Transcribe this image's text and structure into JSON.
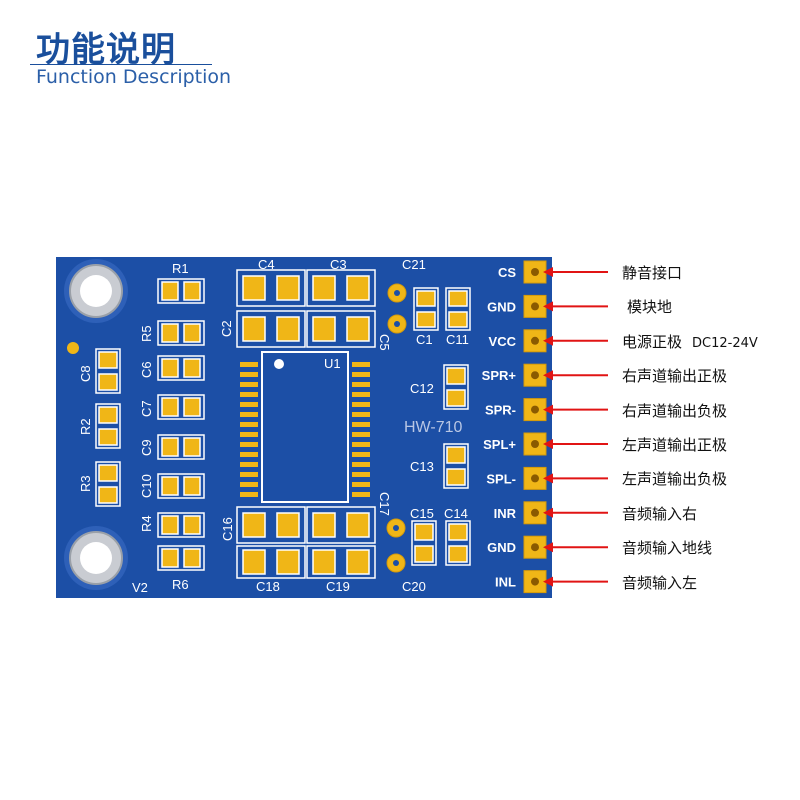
{
  "header": {
    "title": "功能说明",
    "subtitle": "Function Description"
  },
  "board": {
    "model": "HW-710",
    "chip": "U1",
    "colors": {
      "pcb": "#1c4fa6",
      "pad": "#f0b617",
      "silk": "#ffffff",
      "arrow": "#e11414"
    },
    "pins": [
      {
        "pin": "CS",
        "desc": "静音接口"
      },
      {
        "pin": "GND",
        "desc": "模块地"
      },
      {
        "pin": "VCC",
        "desc": "电源正极",
        "extra": "DC12-24V"
      },
      {
        "pin": "SPR+",
        "desc": "右声道输出正极"
      },
      {
        "pin": "SPR-",
        "desc": "右声道输出负极"
      },
      {
        "pin": "SPL+",
        "desc": "左声道输出正极"
      },
      {
        "pin": "SPL-",
        "desc": "左声道输出负极"
      },
      {
        "pin": "INR",
        "desc": "音频输入右"
      },
      {
        "pin": "GND",
        "desc": "音频输入地线"
      },
      {
        "pin": "INL",
        "desc": "音频输入左"
      }
    ],
    "silk_labels": {
      "r1": "R1",
      "r5": "R5",
      "c8": "C8",
      "c6": "C6",
      "r2": "R2",
      "c7": "C7",
      "c9": "C9",
      "r3": "R3",
      "c10": "C10",
      "r4": "R4",
      "r6": "R6",
      "v2": "V2",
      "c4": "C4",
      "c3": "C3",
      "c21": "C21",
      "c2": "C2",
      "c5": "C5",
      "c1": "C1",
      "c11": "C11",
      "c12": "C12",
      "c13": "C13",
      "c16": "C16",
      "c17": "C17",
      "c15": "C15",
      "c14": "C14",
      "c18": "C18",
      "c19": "C19",
      "c20": "C20"
    }
  }
}
